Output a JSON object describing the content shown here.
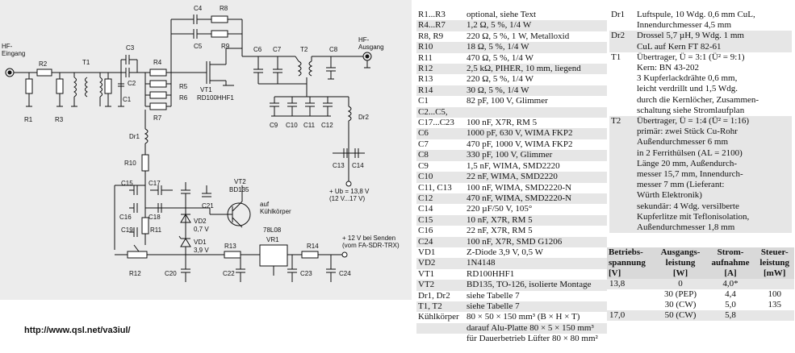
{
  "schematic": {
    "input_label": "HF-\nEingang",
    "output_label": "HF-\nAusgang",
    "refs": {
      "r1": "R1",
      "r2": "R2",
      "r3": "R3",
      "t1": "T1",
      "c1": "C1",
      "c2": "C2",
      "c3": "C3",
      "c4": "C4",
      "r8": "R8",
      "c5": "C5",
      "r9": "R9",
      "r4": "R4",
      "r5": "R5",
      "r6": "R6",
      "r7": "R7",
      "vt1": "VT1",
      "vt1_type": "RD100HHF1",
      "c6": "C6",
      "c7": "C7",
      "t2": "T2",
      "c8": "C8",
      "c9": "C9",
      "c10": "C10",
      "c11": "C11",
      "c12": "C12",
      "dr1": "Dr1",
      "dr2": "Dr2",
      "r10": "R10",
      "c13": "C13",
      "c14": "C14",
      "vt2": "VT2",
      "vt2_type": "BD135",
      "c21": "C21",
      "heatsink": "auf\nKühlkörper",
      "c15": "C15",
      "c17": "C17",
      "c16": "C16",
      "c18": "C18",
      "c19": "C19",
      "r11": "R11",
      "vd2": "VD2",
      "vd2_v": "0,7 V",
      "vd1": "VD1",
      "vd1_v": "3,9 V",
      "r12": "R12",
      "c20": "C20",
      "r13": "R13",
      "c22": "C22",
      "vr1_type": "78L08",
      "vr1": "VR1",
      "r14": "R14",
      "c23": "C23",
      "c24": "C24"
    },
    "ub_label": "+ Ub = 13,8 V\n(12 V...17 V)",
    "tx_label": "+ 12 V bei Senden\n(vom FA-SDR-TRX)"
  },
  "url": "http://www.qsl.net/va3iul/",
  "parts": [
    {
      "ref": "R1...R3",
      "val": "optional, siehe Text"
    },
    {
      "ref": "R4...R7",
      "val": "1,2 Ω, 5 %, 1/4 W"
    },
    {
      "ref": "R8, R9",
      "val": "220 Ω, 5 %, 1 W, Metalloxid"
    },
    {
      "ref": "R10",
      "val": "18 Ω, 5 %, 1/4 W"
    },
    {
      "ref": "R11",
      "val": "470 Ω, 5 %, 1/4 W"
    },
    {
      "ref": "R12",
      "val": "2,5 kΩ, PIHER, 10 mm, liegend"
    },
    {
      "ref": "R13",
      "val": "220 Ω, 5 %, 1/4 W"
    },
    {
      "ref": "R14",
      "val": "30 Ω, 5 %, 1/4 W"
    },
    {
      "ref": "C1",
      "val": "82 pF, 100 V, Glimmer"
    },
    {
      "ref": "C2...C5,",
      "val": ""
    },
    {
      "ref": "C17...C23",
      "val": "100 nF, X7R, RM 5"
    },
    {
      "ref": "C6",
      "val": "1000 pF, 630 V, WIMA FKP2"
    },
    {
      "ref": "C7",
      "val": "470 pF, 1000 V, WIMA FKP2"
    },
    {
      "ref": "C8",
      "val": "330 pF, 100 V, Glimmer"
    },
    {
      "ref": "C9",
      "val": "1,5 nF, WIMA, SMD2220"
    },
    {
      "ref": "C10",
      "val": "22 nF, WIMA, SMD2220"
    },
    {
      "ref": "C11, C13",
      "val": "100 nF, WIMA, SMD2220-N"
    },
    {
      "ref": "C12",
      "val": "470 nF, WIMA, SMD2220-N"
    },
    {
      "ref": "C14",
      "val": "220 µF/50 V, 105°"
    },
    {
      "ref": "C15",
      "val": "10 nF, X7R, RM 5"
    },
    {
      "ref": "C16",
      "val": "22 nF, X7R, RM 5"
    },
    {
      "ref": "C24",
      "val": "100 nF, X7R, SMD G1206"
    },
    {
      "ref": "VD1",
      "val": "Z-Diode 3,9 V, 0,5 W"
    },
    {
      "ref": "VD2",
      "val": "1N4148"
    },
    {
      "ref": "VT1",
      "val": "RD100HHF1"
    },
    {
      "ref": "VT2",
      "val": "BD135, TO-126, isolierte Montage"
    },
    {
      "ref": "Dr1, Dr2",
      "val": "siehe Tabelle 7"
    },
    {
      "ref": "T1, T2",
      "val": "siehe Tabelle 7"
    },
    {
      "ref": "Kühlkörper",
      "val": "80 × 50 × 150 mm³ (B × H × T)"
    },
    {
      "ref": "",
      "val": "darauf Alu-Platte 80 × 5 × 150 mm³"
    },
    {
      "ref": "",
      "val": "für Dauerbetrieb Lüfter 80 × 80 mm²"
    }
  ],
  "notes": [
    {
      "ref": "Dr1",
      "lines": "Luftspule, 10 Wdg. 0,6 mm CuL,\nInnendurchmesser 4,5 mm"
    },
    {
      "ref": "Dr2",
      "lines": "Drossel 5,7 µH, 9 Wdg. 1 mm\nCuL auf Kern FT 82-61"
    },
    {
      "ref": "T1",
      "lines": "Übertrager, Ü = 3:1 (Ü² = 9:1)\nKern: BN 43-202\n3 Kupferlackdrähte 0,6 mm,\nleicht verdrillt und 1,5 Wdg.\ndurch die Kernlöcher, Zusammen-\nschaltung siehe Stromlaufplan"
    },
    {
      "ref": "T2",
      "lines": "Übertrager, Ü = 1:4 (Ü² = 1:16)\nprimär: zwei Stück Cu-Rohr\nAußendurchmesser 6 mm\nin 2 Ferrithülsen (AL = 2100)\nLänge 20 mm, Außendurch-\nmesser 15,7 mm, Innendurch-\nmesser 7 mm (Lieferant:\nWürth Elektronik)\nsekundär: 4 Wdg. versilberte\nKupferlitze mit Teflonisolation,\nAußendurchmesser 1,8 mm"
    }
  ],
  "performance": {
    "headers": [
      "Betriebs-\nspannung\n[V]",
      "Ausgangs-\nleistung\n[W]",
      "Strom-\naufnahme\n[A]",
      "Steuer-\nleistung\n[mW]"
    ],
    "rows": [
      [
        "13,8",
        "0",
        "4,0*",
        ""
      ],
      [
        "",
        "30 (PEP)",
        "4,4",
        "100"
      ],
      [
        "",
        "30 (CW)",
        "5,0",
        "135"
      ],
      [
        "17,0",
        "50 (CW)",
        "5,8",
        ""
      ]
    ]
  }
}
